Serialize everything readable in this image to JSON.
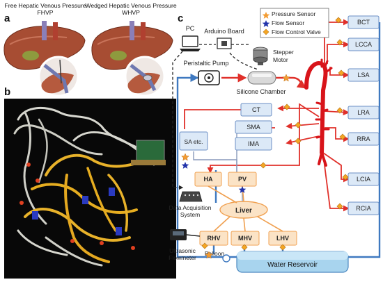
{
  "panels": {
    "a": "a",
    "b": "b",
    "c": "c"
  },
  "captions": {
    "fhvp_title": "Free Hepatic Venous Pressure",
    "fhvp_abbr": "FHVP",
    "whvp_title": "Wedged Hepatic Venous Pressure",
    "whvp_abbr": "WHVP"
  },
  "legend": {
    "pressure_sensor": "Pressure Sensor",
    "flow_sensor": "Flow Sensor",
    "flow_control_valve": "Flow Control Valve"
  },
  "equipment": {
    "pc": "PC",
    "arduino": "Arduino Board",
    "stepper": "Stepper",
    "motor": "Motor",
    "peristaltic_pump": "Peristaltic Pump",
    "silicone_chamber": "Silicone Chamber",
    "daq_line1": "Data Acquisition",
    "daq_line2": "System",
    "ultrasonic_line1": "Ultrasonic",
    "ultrasonic_line2": "Flowmeter",
    "balloon": "Balloon",
    "water_reservoir": "Water Reservoir"
  },
  "vessels": {
    "bct": "BCT",
    "lcca": "LCCA",
    "lsa": "LSA",
    "lra": "LRA",
    "rra": "RRA",
    "lcia": "LCIA",
    "rcia": "RCIA",
    "ct": "CT",
    "sma": "SMA",
    "ima": "IMA",
    "sa_etc": "SA etc.",
    "ha": "HA",
    "pv": "PV",
    "liver": "Liver",
    "rhv": "RHV",
    "mhv": "MHV",
    "lhv": "LHV"
  },
  "colors": {
    "circuit_red": "#e0302a",
    "return_blue": "#3f79c0",
    "vessel_box_fill": "#dce9f7",
    "vessel_box_stroke": "#6b8fc4",
    "orange_box_fill": "#fbe3c6",
    "orange_box_stroke": "#f0a050",
    "aorta": "#d8141a",
    "pressure_sensor": "#f39c33",
    "flow_sensor": "#2233aa"
  }
}
